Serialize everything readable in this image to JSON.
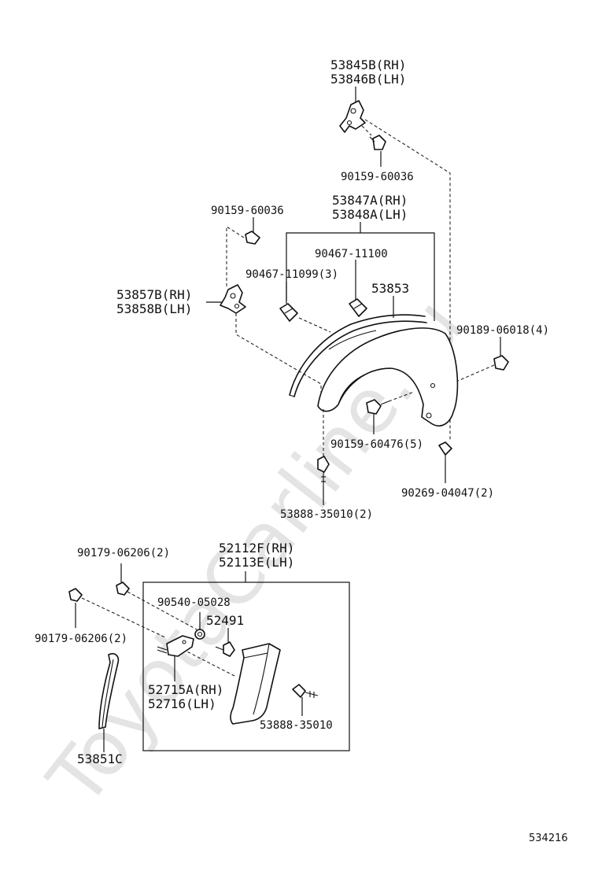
{
  "watermark": "ToyotaCarline.ru",
  "diagram_code": "534216",
  "labels": {
    "l53845b": "53845B(RH)",
    "l53846b": "53846B(LH)",
    "l90159_60036_top": "90159-60036",
    "l90159_60036_left": "90159-60036",
    "l53847a": "53847A(RH)",
    "l53848a": "53848A(LH)",
    "l90467_11100": "90467-11100",
    "l90467_11099": "90467-11099(3)",
    "l53853": "53853",
    "l53857b": "53857B(RH)",
    "l53858b": "53858B(LH)",
    "l90189_06018": "90189-06018(4)",
    "l90159_60476": "90159-60476(5)",
    "l90269_04047": "90269-04047(2)",
    "l53888_35010_2": "53888-35010(2)",
    "l90179_06206_top": "90179-06206(2)",
    "l90179_06206_left": "90179-06206(2)",
    "l52112f": "52112F(RH)",
    "l52113e": "52113E(LH)",
    "l90540_05028": "90540-05028",
    "l52491": "52491",
    "l52715a": "52715A(RH)",
    "l52716": "52716(LH)",
    "l53888_35010": "53888-35010",
    "l53851c": "53851C"
  }
}
